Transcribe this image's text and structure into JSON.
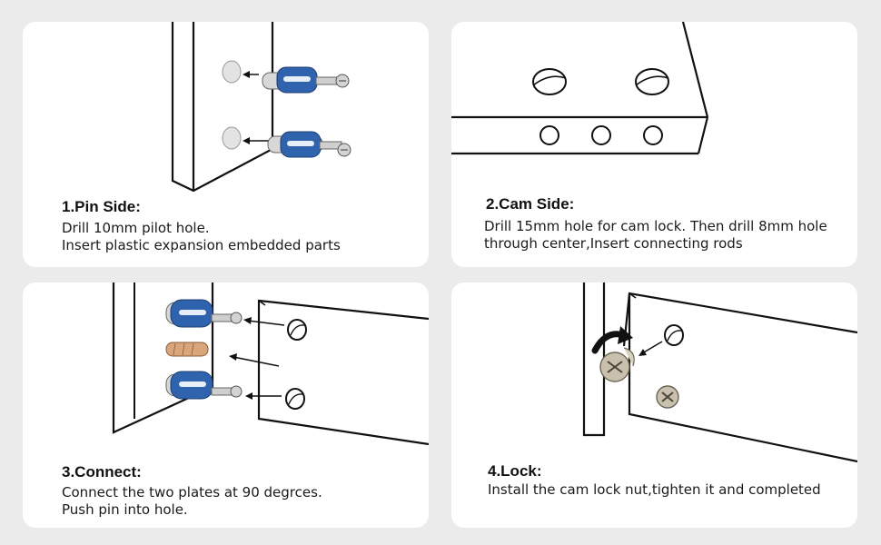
{
  "steps": [
    {
      "title": "1.Pin Side:",
      "lines": [
        "Drill 10mm pilot hole.",
        "Insert plastic expansion embedded parts"
      ]
    },
    {
      "title": "2.Cam Side:",
      "lines": [
        "Drill 15mm hole for cam lock. Then drill 8mm hole",
        "through center,Insert connecting rods"
      ]
    },
    {
      "title": "3.Connect:",
      "lines": [
        "Connect the two plates at 90 degrces.",
        "Push pin into hole."
      ]
    },
    {
      "title": "4.Lock:",
      "lines": [
        "Install the cam lock nut,tighten it and completed"
      ]
    }
  ],
  "colors": {
    "background": "#ebebeb",
    "card": "#ffffff",
    "anchor_blue": "#2f63ad",
    "dowel_wood": "#d9a67c",
    "metal": "#c9c9c9",
    "line": "#111111"
  },
  "icons": [
    "expansion-anchor-icon",
    "screw-pin-icon",
    "wood-dowel-icon",
    "cam-lock-nut-icon",
    "rotate-arrow-icon"
  ]
}
